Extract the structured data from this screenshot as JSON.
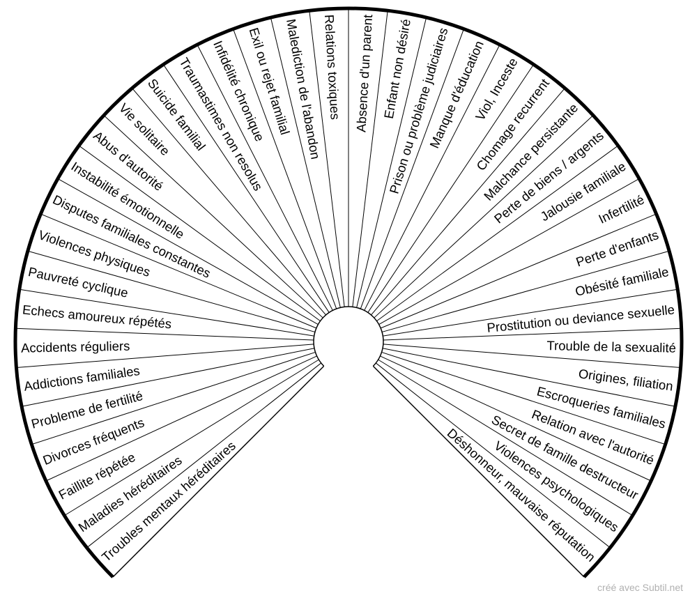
{
  "credit": "créé avec Subtil.net",
  "chart_data": {
    "type": "radial-fan",
    "start_angle_deg": 225,
    "end_angle_deg": 495,
    "labels": [
      "Troubles mentaux héréditaires",
      "Maladies héréditaires",
      "Faillite répétée",
      "Divorces fréquents",
      "Probleme de fertilité",
      "Addictions familiales",
      "Accidents réguliers",
      "Echecs amoureux répétés",
      "Pauvreté cyclique",
      "Violences physiques",
      "Disputes familiales constantes",
      "Instabilité émotionnelle",
      "Abus d'autorité",
      "Vie solitaire",
      "Suicide familial",
      "Traumastimes non resolus",
      "Infidélité chronique",
      "Exil ou rejet familial",
      "Malediction de l'abandon",
      "Relations toxiques",
      "Absence d'un parent",
      "Enfant non désiré",
      "Prison ou problème judiciaires",
      "Manque d'éducation",
      "Viol, Inceste",
      "Chomage recurrent",
      "Malchance persistante",
      "Perte de biens / argents",
      "Jalousie familiale",
      "Infertilité",
      "Perte d'enfants",
      "Obésité familiale",
      "Prostitution ou deviance sexuelle",
      "Trouble de la sexualité",
      "Origines, filiation",
      "Escroqueries familiales",
      "Relation avec l'autorité",
      "Secret de famille destructeur",
      "Violences psychologiques",
      "Déshonneur, mauvaise réputation"
    ]
  }
}
